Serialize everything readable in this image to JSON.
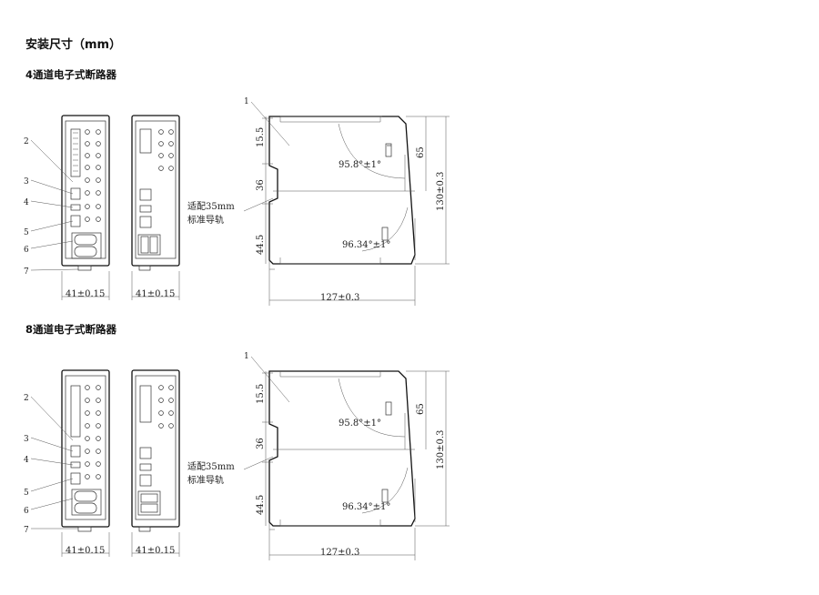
{
  "heading": "安装尺寸（mm）",
  "sections": [
    {
      "title": "4通道电子式断路器",
      "front_width_label": "41±0.15",
      "back_width_label": "41±0.15",
      "callouts": [
        "1",
        "2",
        "3",
        "4",
        "5",
        "6",
        "7"
      ],
      "rail_label_1": "适配35mm",
      "rail_label_2": "标准导轨",
      "angle_top": "95.8°±1°",
      "angle_bottom": "96.34°±1°",
      "dim_15_5": "15.5",
      "dim_36": "36",
      "dim_44_5": "44.5",
      "dim_65": "65",
      "dim_height": "130±0.3",
      "dim_depth": "127±0.3"
    },
    {
      "title": "8通道电子式断路器",
      "front_width_label": "41±0.15",
      "back_width_label": "41±0.15",
      "callouts": [
        "1",
        "2",
        "3",
        "4",
        "5",
        "6",
        "7"
      ],
      "rail_label_1": "适配35mm",
      "rail_label_2": "标准导轨",
      "angle_top": "95.8°±1°",
      "angle_bottom": "96.34°±1°",
      "dim_15_5": "15.5",
      "dim_36": "36",
      "dim_44_5": "44.5",
      "dim_65": "65",
      "dim_height": "130±0.3",
      "dim_depth": "127±0.3"
    }
  ]
}
